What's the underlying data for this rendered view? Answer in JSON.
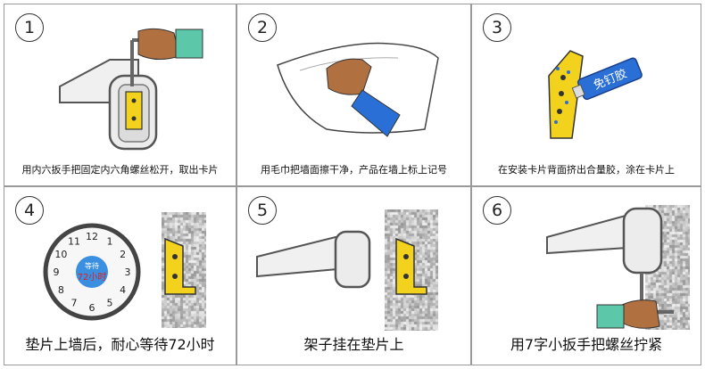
{
  "steps": [
    {
      "number": "1",
      "caption": "用内六扳手把固定内六角螺丝松开，取出卡片"
    },
    {
      "number": "2",
      "caption": "用毛巾把墙面擦干净，产品在墙上标上记号"
    },
    {
      "number": "3",
      "caption": "在安装卡片背面挤出合量胶，涂在卡片上",
      "tube_label": "免钉胶"
    },
    {
      "number": "4",
      "caption": "垫片上墙后，耐心等待72小时",
      "clock_label_top": "等待",
      "clock_label_bottom": "72小时",
      "clock_numbers": [
        "12",
        "1",
        "2",
        "3",
        "4",
        "5",
        "6",
        "7",
        "8",
        "9",
        "10",
        "11"
      ]
    },
    {
      "number": "5",
      "caption": "架子挂在垫片上"
    },
    {
      "number": "6",
      "caption": "用7字小扳手把螺丝拧紧"
    }
  ],
  "colors": {
    "bracket": "#f2d21c",
    "glove": "#5cc7a9",
    "sleeve": "#2a6fd6",
    "skin": "#b07040",
    "clock_center": "#3a8fe0",
    "clock_red": "#e02020"
  }
}
